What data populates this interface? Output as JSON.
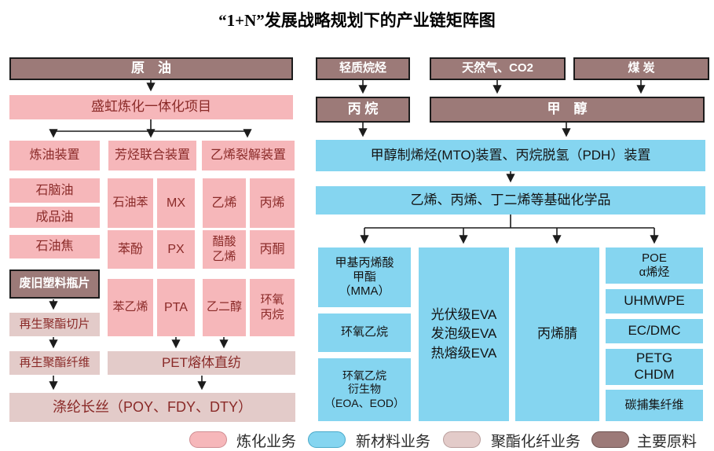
{
  "title": "“1+N”发展战略规划下的产业链矩阵图",
  "colors": {
    "refining_pink": "#f6b7ba",
    "new_material_blue": "#85d5f0",
    "polyester_dusty": "#e3cbc9",
    "raw_material_mauve": "#9c7a78",
    "box_text_maroon": "#8a2a28",
    "arrow_black": "#1c1c1c"
  },
  "left": {
    "crude_oil": "原　油",
    "project": "盛虹炼化一体化项目",
    "units": [
      "炼油装置",
      "芳烃联合装置",
      "乙烯裂解装置"
    ],
    "refined": [
      "石脑油",
      "成品油",
      "石油焦"
    ],
    "waste_bottle": "废旧塑料瓶片",
    "recycled_chip": "再生聚酯切片",
    "recycled_fiber": "再生聚酯纤维",
    "grid": [
      [
        "石油苯",
        "MX",
        "乙烯",
        "丙烯"
      ],
      [
        "苯酚",
        "PX",
        "醋酸\n乙烯",
        "丙酮"
      ],
      [
        "苯乙烯",
        "PTA",
        "乙二醇",
        "环氧\n丙烷"
      ]
    ],
    "pet_spinning": "PET熔体直纺",
    "filament": "涤纶长丝（POY、FDY、DTY）"
  },
  "right": {
    "light_alkane": "轻质烷烃",
    "natural_gas": "天然气、CO2",
    "coal": "煤 炭",
    "propane": "丙 烷",
    "methanol": "甲　醇",
    "mto_pdh": "甲醇制烯烃(MTO)装置、丙烷脱氢（PDH）装置",
    "basic_chemicals": "乙烯、丙烯、丁二烯等基础化学品",
    "mma": "甲基丙烯酸\n甲酯\n（MMA）",
    "ethylene_oxide": "环氧乙烷",
    "eo_derivatives": "环氧乙烷\n衍生物\n（EOA、EOD）",
    "eva": "光伏级EVA\n发泡级EVA\n热熔级EVA",
    "acrylonitrile": "丙烯腈",
    "poe": "POE\nα烯烃",
    "uhmwpe": "UHMWPE",
    "ec_dmc": "EC/DMC",
    "petg_chdm": "PETG\nCHDM",
    "carbon_fiber": "碳捕集纤维"
  },
  "legend": [
    {
      "label": "炼化业务",
      "color": "#f6b7ba"
    },
    {
      "label": "新材料业务",
      "color": "#85d5f0"
    },
    {
      "label": "聚酯化纤业务",
      "color": "#e3cbc9"
    },
    {
      "label": "主要原料",
      "color": "#9c7a78"
    }
  ]
}
